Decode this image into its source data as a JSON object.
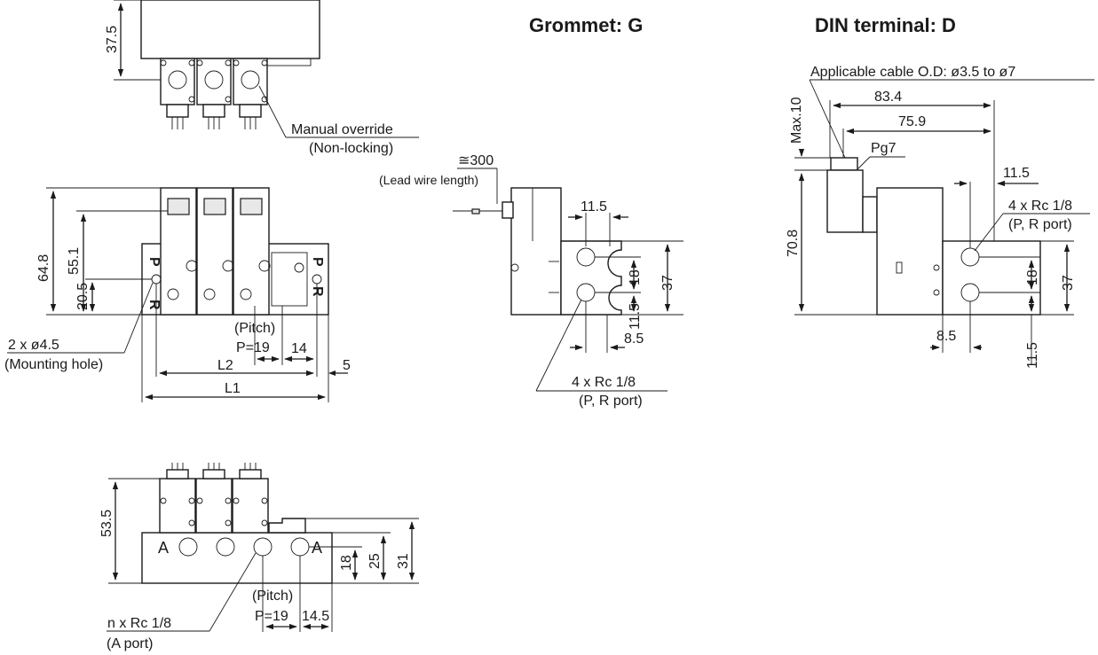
{
  "headings": {
    "grommet": "Grommet: G",
    "din": "DIN terminal: D"
  },
  "top_view": {
    "height": "37.5",
    "manual_override": "Manual override",
    "non_locking": "(Non-locking)"
  },
  "front_view": {
    "h1": "64.8",
    "h2": "55.1",
    "h3": "20.5",
    "port_p": "P",
    "port_r": "R",
    "mount_hole": "2 x ø4.5",
    "mount_hole_note": "(Mounting hole)",
    "pitch_label": "(Pitch)",
    "pitch": "P=19",
    "end_dim": "14",
    "l2": "L2",
    "l1": "L1",
    "side_dim": "5"
  },
  "grommet_view": {
    "lead_length": "≅300",
    "lead_note": "(Lead wire length)",
    "top_offset": "11.5",
    "port_pitch": "18",
    "height": "37",
    "bottom_offset": "11.5",
    "side_offset": "8.5",
    "ports": "4 x Rc 1/8",
    "ports_note": "(P, R port)"
  },
  "din_view": {
    "cable": "Applicable cable O.D: ø3.5 to ø7",
    "max10": "Max.10",
    "w1": "83.4",
    "w2": "75.9",
    "pg": "Pg7",
    "height": "70.8",
    "top_offset": "11.5",
    "ports": "4 x Rc 1/8",
    "ports_note": "(P, R port)",
    "port_pitch": "18",
    "h37": "37",
    "side_offset": "8.5",
    "bottom_offset": "11.5"
  },
  "bottom_view": {
    "height": "53.5",
    "port_a": "A",
    "d18": "18",
    "d25": "25",
    "d31": "31",
    "pitch_label": "(Pitch)",
    "pitch": "P=19",
    "end_dim": "14.5",
    "ports": "n x Rc 1/8",
    "ports_note": "(A port)"
  }
}
